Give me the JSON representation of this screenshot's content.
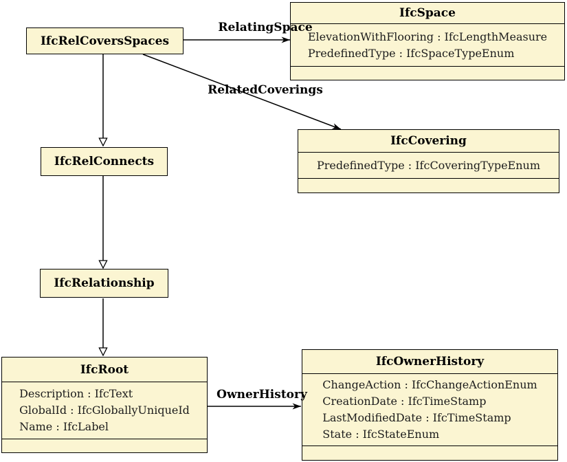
{
  "colors": {
    "box_fill": "#fbf5d2",
    "border": "#000000",
    "background": "#ffffff",
    "text": "#1c1c1c"
  },
  "classes": {
    "rel_covers_spaces": {
      "name": "IfcRelCoversSpaces",
      "attributes": []
    },
    "space": {
      "name": "IfcSpace",
      "attributes": [
        "ElevationWithFlooring : IfcLengthMeasure",
        "PredefinedType : IfcSpaceTypeEnum"
      ]
    },
    "covering": {
      "name": "IfcCovering",
      "attributes": [
        "PredefinedType : IfcCoveringTypeEnum"
      ]
    },
    "rel_connects": {
      "name": "IfcRelConnects",
      "attributes": []
    },
    "relationship": {
      "name": "IfcRelationship",
      "attributes": []
    },
    "root": {
      "name": "IfcRoot",
      "attributes": [
        "Description : IfcText",
        "GlobalId : IfcGloballyUniqueId",
        "Name : IfcLabel"
      ]
    },
    "owner_history": {
      "name": "IfcOwnerHistory",
      "attributes": [
        "ChangeAction : IfcChangeActionEnum",
        "CreationDate : IfcTimeStamp",
        "LastModifiedDate : IfcTimeStamp",
        "State : IfcStateEnum"
      ]
    }
  },
  "edges": {
    "relating_space": {
      "label": "RelatingSpace",
      "type": "association",
      "from": "IfcRelCoversSpaces",
      "to": "IfcSpace"
    },
    "related_coverings": {
      "label": "RelatedCoverings",
      "type": "association",
      "from": "IfcRelCoversSpaces",
      "to": "IfcCovering"
    },
    "owner_history": {
      "label": "OwnerHistory",
      "type": "association",
      "from": "IfcRoot",
      "to": "IfcOwnerHistory"
    },
    "gen_covers_connects": {
      "label": "",
      "type": "generalization",
      "from": "IfcRelCoversSpaces",
      "to": "IfcRelConnects"
    },
    "gen_connects_relationship": {
      "label": "",
      "type": "generalization",
      "from": "IfcRelConnects",
      "to": "IfcRelationship"
    },
    "gen_relationship_root": {
      "label": "",
      "type": "generalization",
      "from": "IfcRelationship",
      "to": "IfcRoot"
    }
  }
}
